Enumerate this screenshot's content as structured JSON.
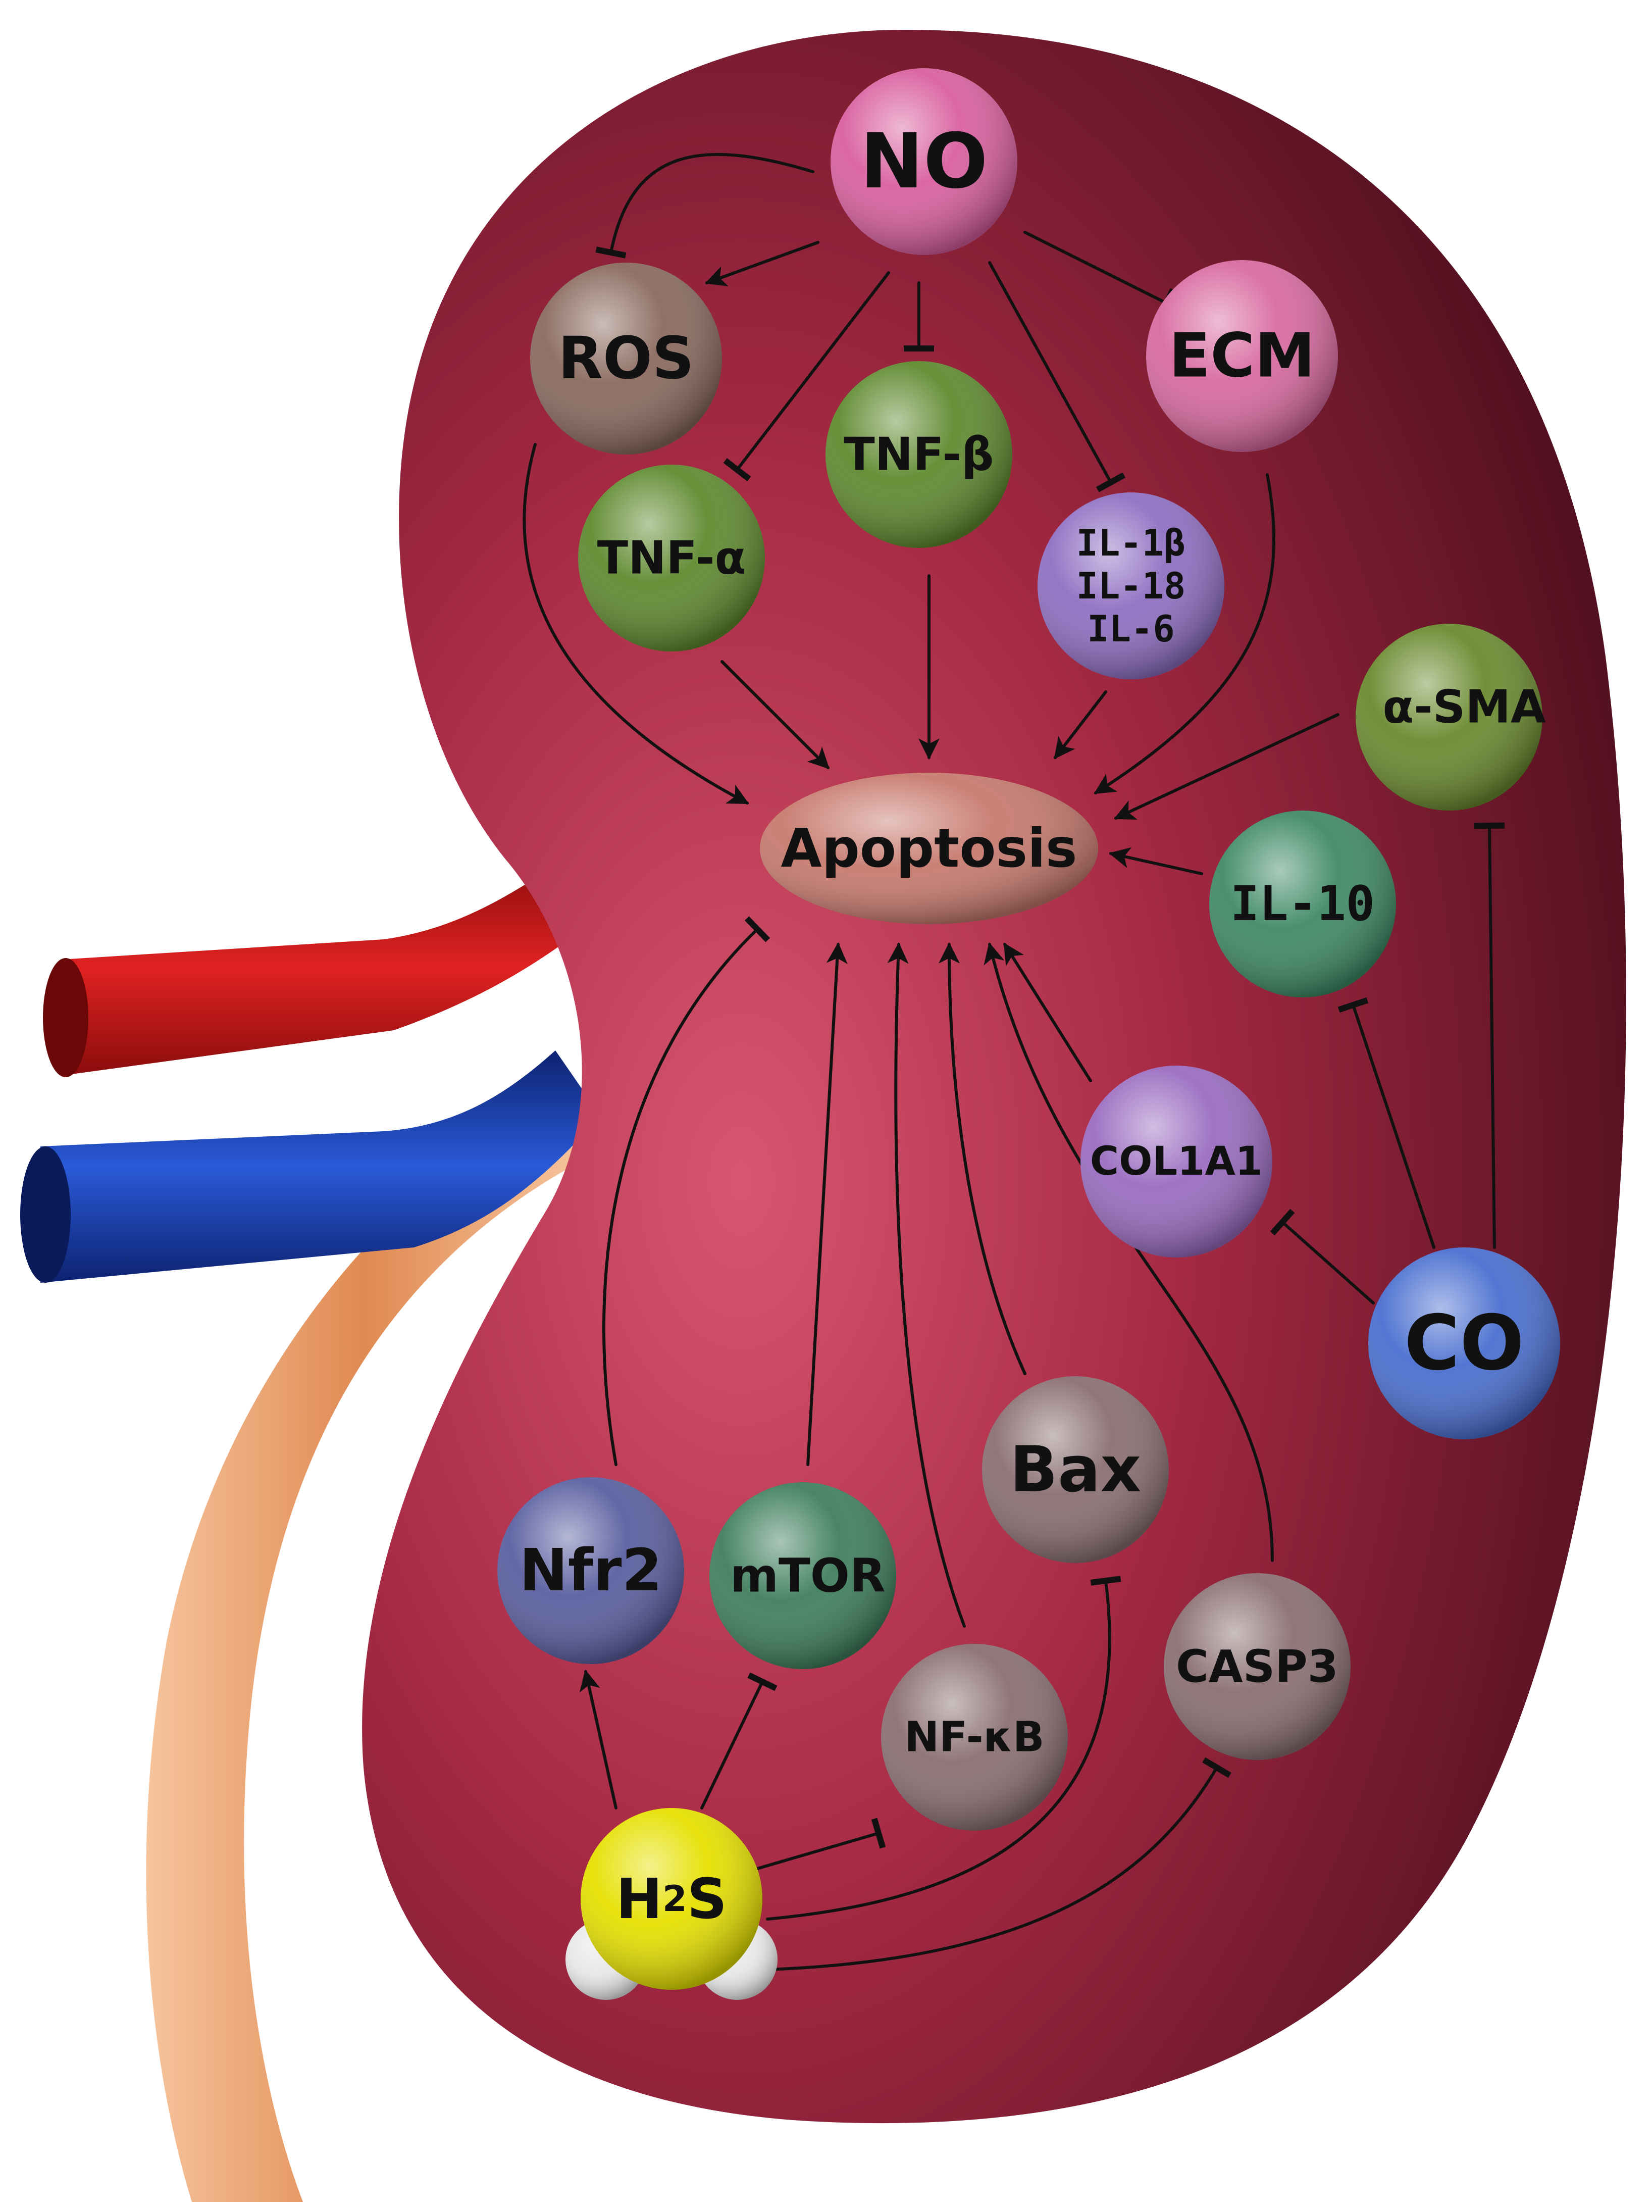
{
  "nodes": {
    "no": {
      "label": "NO",
      "color": "#d9609f"
    },
    "ros": {
      "label": "ROS",
      "color": "#8a6a5e"
    },
    "ecm": {
      "label": "ECM",
      "color": "#d86aa0"
    },
    "tnf_b": {
      "label": "TNF-β",
      "color": "#5f8a2f"
    },
    "tnf_a": {
      "label": "TNF-α",
      "color": "#5f8a2f"
    },
    "il_group": {
      "line1": "IL-1β",
      "line2": "IL-18",
      "line3": "IL-6",
      "color": "#8f6fc2"
    },
    "a_sma": {
      "label": "α-SMA",
      "color": "#6a8a2f"
    },
    "apoptosis": {
      "label": "Apoptosis",
      "color": "#c77a6e"
    },
    "il10": {
      "label": "IL-10",
      "color": "#3f8a66"
    },
    "col1a1": {
      "label": "COL1A1",
      "color": "#9a6cc0"
    },
    "co": {
      "label": "CO",
      "color": "#4a6fd0"
    },
    "bax": {
      "label": "Bax",
      "color": "#8a6f72"
    },
    "nfr2": {
      "label": "Nfr2",
      "color": "#5a5fa0"
    },
    "mtor": {
      "label": "mTOR",
      "color": "#3f7f5e"
    },
    "nfkb": {
      "label": "NF-κB",
      "color": "#8a6f72"
    },
    "casp3": {
      "label": "CASP3",
      "color": "#8a6f72"
    },
    "h2s": {
      "label_main": "H",
      "label_sub": "2",
      "label_end": "S",
      "color": "#e6e000"
    }
  },
  "colors": {
    "kidney_dark": "#5a1424",
    "kidney_mid": "#9a1f36",
    "kidney_light": "#d2506a",
    "artery": "#c81a1a",
    "vein": "#1a3fa8",
    "ureter": "#e8a070",
    "edge": "#111111"
  },
  "edges": [
    {
      "from": "no",
      "to": "ros",
      "type": "activate"
    },
    {
      "from": "no",
      "to": "ros",
      "type": "inhibit"
    },
    {
      "from": "no",
      "to": "tnf_a",
      "type": "inhibit"
    },
    {
      "from": "no",
      "to": "tnf_b",
      "type": "inhibit"
    },
    {
      "from": "no",
      "to": "il_group",
      "type": "inhibit"
    },
    {
      "from": "no",
      "to": "ecm",
      "type": "inhibit"
    },
    {
      "from": "ros",
      "to": "apoptosis",
      "type": "activate"
    },
    {
      "from": "tnf_a",
      "to": "apoptosis",
      "type": "activate"
    },
    {
      "from": "tnf_b",
      "to": "apoptosis",
      "type": "activate"
    },
    {
      "from": "il_group",
      "to": "apoptosis",
      "type": "activate"
    },
    {
      "from": "ecm",
      "to": "apoptosis",
      "type": "activate"
    },
    {
      "from": "a_sma",
      "to": "apoptosis",
      "type": "activate"
    },
    {
      "from": "il10",
      "to": "apoptosis",
      "type": "activate"
    },
    {
      "from": "col1a1",
      "to": "apoptosis",
      "type": "activate"
    },
    {
      "from": "co",
      "to": "col1a1",
      "type": "inhibit"
    },
    {
      "from": "co",
      "to": "il10",
      "type": "inhibit"
    },
    {
      "from": "co",
      "to": "a_sma",
      "type": "inhibit"
    },
    {
      "from": "nfr2",
      "to": "apoptosis",
      "type": "inhibit"
    },
    {
      "from": "mtor",
      "to": "apoptosis",
      "type": "activate"
    },
    {
      "from": "nfkb",
      "to": "apoptosis",
      "type": "activate"
    },
    {
      "from": "bax",
      "to": "apoptosis",
      "type": "activate"
    },
    {
      "from": "casp3",
      "to": "apoptosis",
      "type": "activate"
    },
    {
      "from": "h2s",
      "to": "nfr2",
      "type": "activate"
    },
    {
      "from": "h2s",
      "to": "mtor",
      "type": "inhibit"
    },
    {
      "from": "h2s",
      "to": "nfkb",
      "type": "inhibit"
    },
    {
      "from": "h2s",
      "to": "bax",
      "type": "inhibit"
    },
    {
      "from": "h2s",
      "to": "casp3",
      "type": "inhibit"
    }
  ]
}
